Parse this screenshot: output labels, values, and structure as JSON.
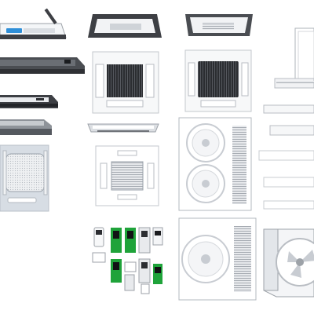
{
  "scene": {
    "description_none": "",
    "colors": {
      "dark_unit": "#3d3f44",
      "light_panel": "#f2f3f5",
      "grille_dark": "#2b2d31",
      "accent_green": "#1fa33a",
      "accent_blue": "#2f8fd8",
      "fan_grey": "#c8ccd2",
      "line_grey": "#b9bdc3"
    },
    "items": [
      {
        "kind": "ducted-unit-open",
        "icon": "duct-unit-icon"
      },
      {
        "kind": "wall-slim-unit",
        "icon": "slim-unit-icon"
      },
      {
        "kind": "wall-slim-unit-small",
        "icon": "slim-unit-icon"
      },
      {
        "kind": "duct-unit-grey",
        "icon": "duct-unit-icon"
      },
      {
        "kind": "ceiling-cassette-square",
        "icon": "cassette-icon"
      },
      {
        "kind": "cassette-perspective-top",
        "icon": "cassette-icon"
      },
      {
        "kind": "cassette-front",
        "icon": "cassette-icon"
      },
      {
        "kind": "cassette-low-profile",
        "icon": "cassette-icon"
      },
      {
        "kind": "cassette-grille-panel",
        "icon": "cassette-icon"
      },
      {
        "kind": "outdoor-unit-double-fan",
        "icon": "outdoor-unit-icon"
      },
      {
        "kind": "wall-mounted-thin",
        "icon": "wall-unit-icon"
      },
      {
        "kind": "remote-controllers",
        "icon": "remote-icon"
      },
      {
        "kind": "outdoor-unit-single-fan",
        "icon": "outdoor-unit-icon"
      },
      {
        "kind": "outdoor-unit-side",
        "icon": "fan-icon"
      }
    ]
  }
}
